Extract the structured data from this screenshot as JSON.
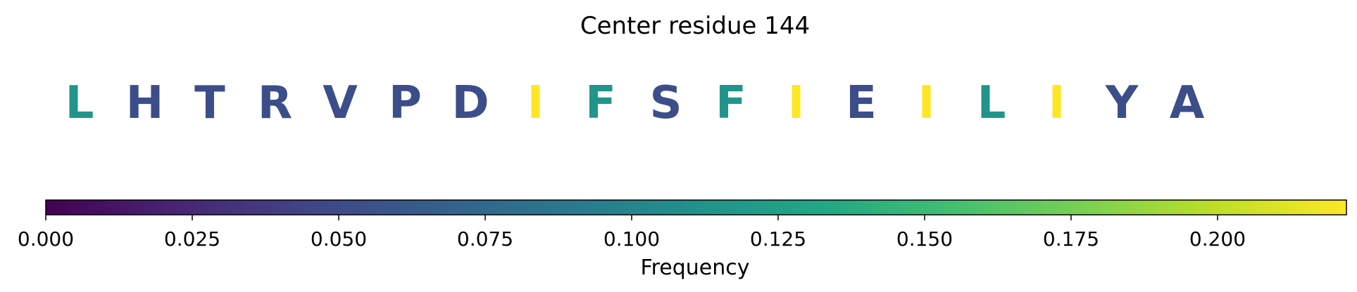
{
  "chart_data": {
    "type": "sequence-logo-colorbar",
    "title": "Center residue 144",
    "residues": [
      {
        "letter": "L",
        "frequency": 0.115
      },
      {
        "letter": "H",
        "frequency": 0.053
      },
      {
        "letter": "T",
        "frequency": 0.053
      },
      {
        "letter": "R",
        "frequency": 0.053
      },
      {
        "letter": "V",
        "frequency": 0.053
      },
      {
        "letter": "P",
        "frequency": 0.053
      },
      {
        "letter": "D",
        "frequency": 0.053
      },
      {
        "letter": "I",
        "frequency": 0.222
      },
      {
        "letter": "F",
        "frequency": 0.115
      },
      {
        "letter": "S",
        "frequency": 0.053
      },
      {
        "letter": "F",
        "frequency": 0.115
      },
      {
        "letter": "I",
        "frequency": 0.222
      },
      {
        "letter": "E",
        "frequency": 0.053
      },
      {
        "letter": "I",
        "frequency": 0.222
      },
      {
        "letter": "L",
        "frequency": 0.115
      },
      {
        "letter": "I",
        "frequency": 0.222
      },
      {
        "letter": "Y",
        "frequency": 0.053
      },
      {
        "letter": "A",
        "frequency": 0.053
      }
    ],
    "colorbar": {
      "colormap": "viridis",
      "range": [
        0,
        0.222
      ],
      "ticks": [
        0.0,
        0.025,
        0.05,
        0.075,
        0.1,
        0.125,
        0.15,
        0.175,
        0.2
      ],
      "tick_labels": [
        "0.000",
        "0.025",
        "0.050",
        "0.075",
        "0.100",
        "0.125",
        "0.150",
        "0.175",
        "0.200"
      ],
      "label": "Frequency"
    }
  }
}
